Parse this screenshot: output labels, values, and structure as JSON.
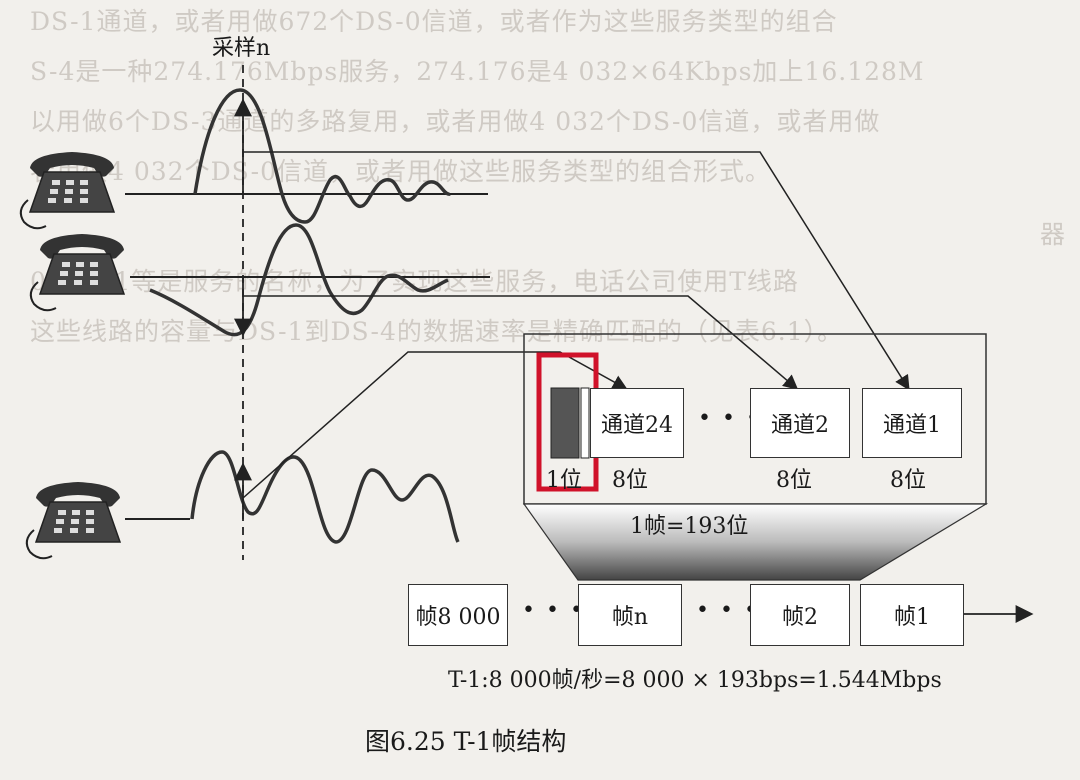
{
  "background_text": [
    "DS-1通道，或者用做672个DS-0信道，或者作为这些服务类型的组合",
    "S-4是一种274.176Mbps服务，274.176是4 032×64Kbps加上16.128M",
    "以用做6个DS-3通道的多路复用，或者用做4 032个DS-0信道，或者用做",
    "者用做4 032个DS-0信道，或者用做这些服务类型的组合形式。",
    "器",
    "0. DS-1等是服务的名称，为了实现这些服务，电话公司使用T线路",
    "这些线路的容量与DS-1到DS-4的数据速率是精确匹配的（见表6.1）。"
  ],
  "sample_label": "采样n",
  "frame": {
    "channels": [
      "通道24",
      "通道2",
      "通道1"
    ],
    "bit_labels": [
      "1位",
      "8位",
      "8位",
      "8位"
    ],
    "frame_size_label": "1帧=193位"
  },
  "stream": {
    "frames": [
      "帧8 000",
      "帧n",
      "帧2",
      "帧1"
    ],
    "rate_label": "T-1:8 000帧/秒=8 000 × 193bps=1.544Mbps"
  },
  "ellipsis": "• • •",
  "caption": "图6.25   T-1帧结构",
  "colors": {
    "highlight": "#d0122a",
    "framing_bit": "#555555"
  }
}
